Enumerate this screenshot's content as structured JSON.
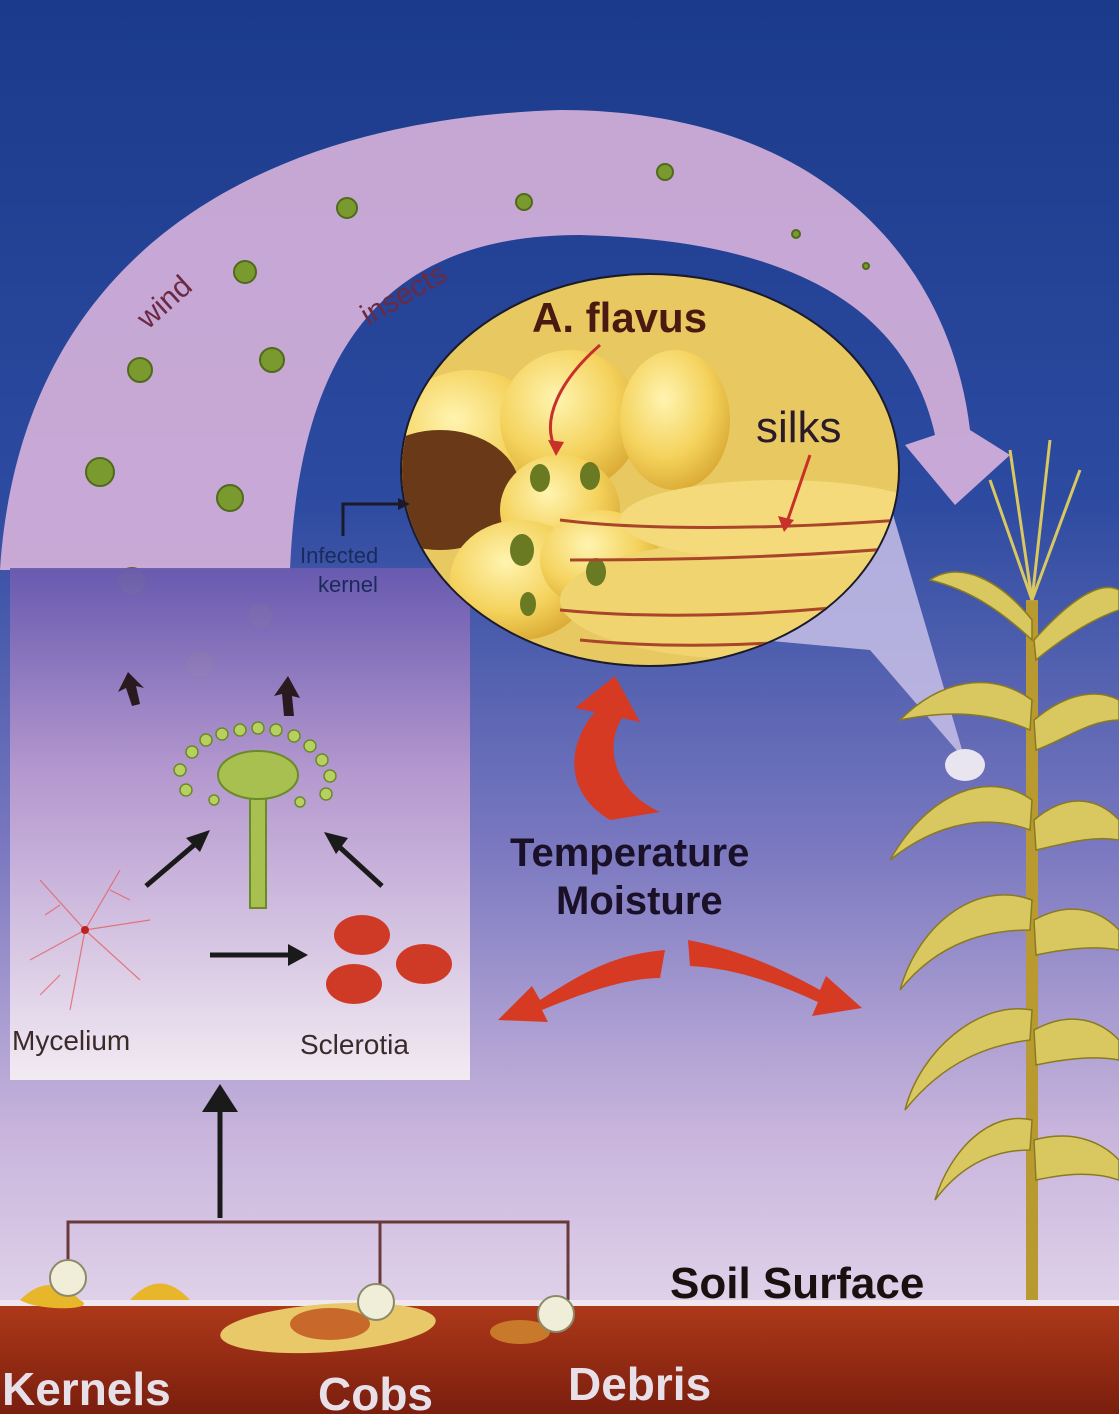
{
  "labels": {
    "wind": "wind",
    "insects": "insects",
    "species": "A. flavus",
    "silks": "silks",
    "infected_line1": "Infected",
    "infected_line2": "kernel",
    "temperature": "Temperature",
    "moisture": "Moisture",
    "mycelium": "Mycelium",
    "sclerotia": "Sclerotia",
    "soil_surface": "Soil Surface",
    "kernels": "Kernels",
    "cobs": "Cobs",
    "debris": "Debris"
  },
  "colors": {
    "sky_top": "#1e3c8c",
    "sky_bottom": "#e8dcf0",
    "arc": "#d8b4dc",
    "spore": "#7a9a30",
    "kernel": "#f2cf5a",
    "silk": "#a8452a",
    "red_arrow": "#d63a22",
    "sclerotia": "#cf3a26",
    "soil": "#9a2a14",
    "corn_leaf": "#d8c860",
    "text_dark": "#2a1a1a"
  }
}
